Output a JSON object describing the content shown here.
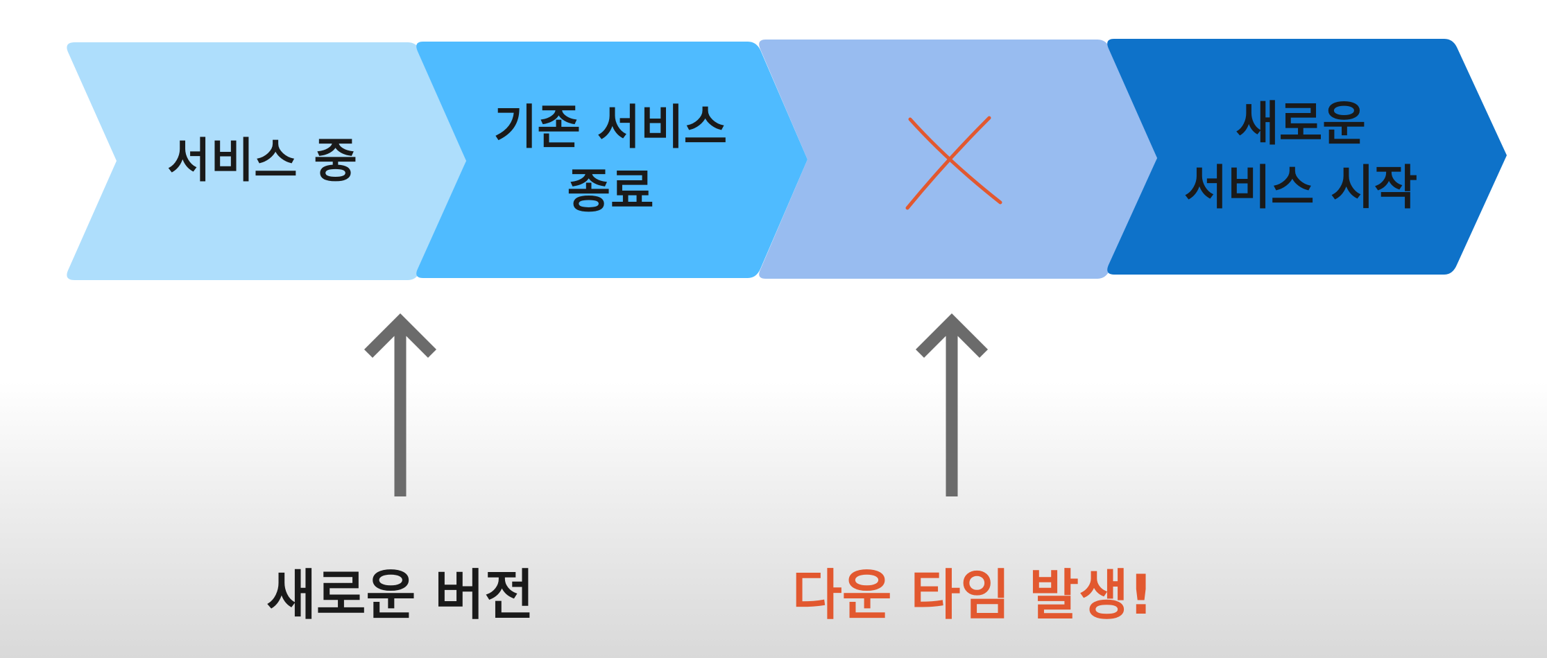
{
  "colors": {
    "step_1": "#aedefc",
    "step_2": "#4fbbff",
    "step_3": "#98bcf0",
    "step_4": "#0e72c9",
    "arrow": "#6b6b6b",
    "cross": "#e2582f",
    "caption_default": "#1a1a1a",
    "caption_alert": "#e2582f"
  },
  "steps": [
    {
      "lines": [
        "서비스 중"
      ]
    },
    {
      "lines": [
        "기존 서비스",
        "종료"
      ]
    },
    {
      "icon": "cross-icon",
      "lines": []
    },
    {
      "lines": [
        "새로운",
        "서비스 시작"
      ]
    }
  ],
  "captions": {
    "new_version": "새로운 버전",
    "downtime": "다운 타임 발생!"
  }
}
